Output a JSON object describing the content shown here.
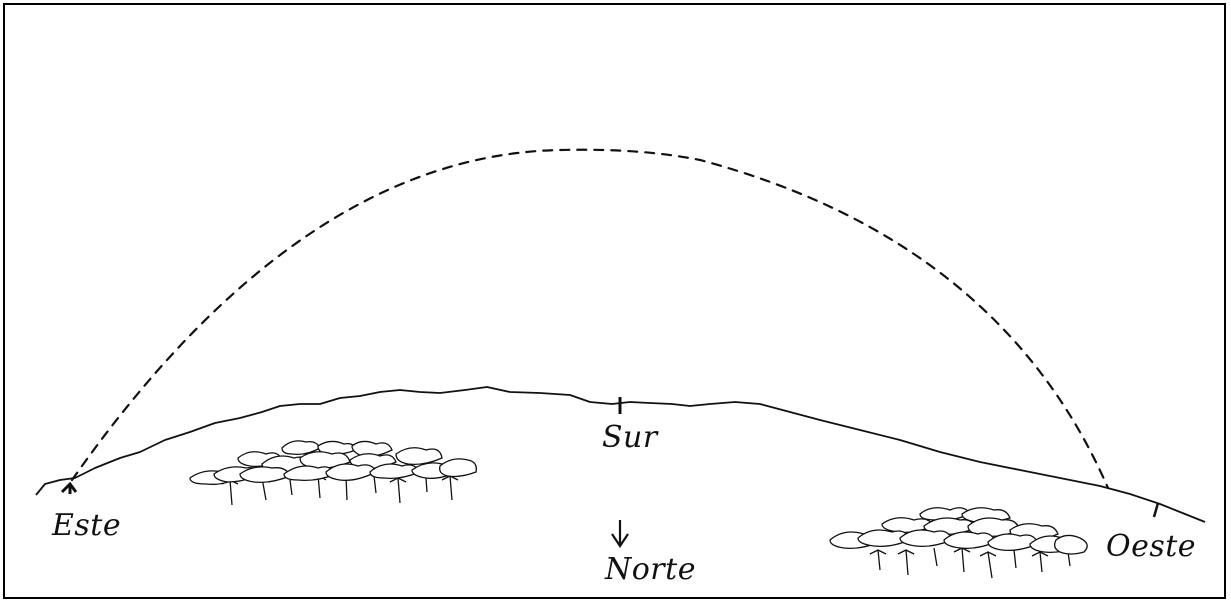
{
  "labels": {
    "east": "Este",
    "south": "Sur",
    "north": "Norte",
    "west": "Oeste"
  },
  "colors": {
    "ink": "#111111",
    "background": "#ffffff"
  }
}
